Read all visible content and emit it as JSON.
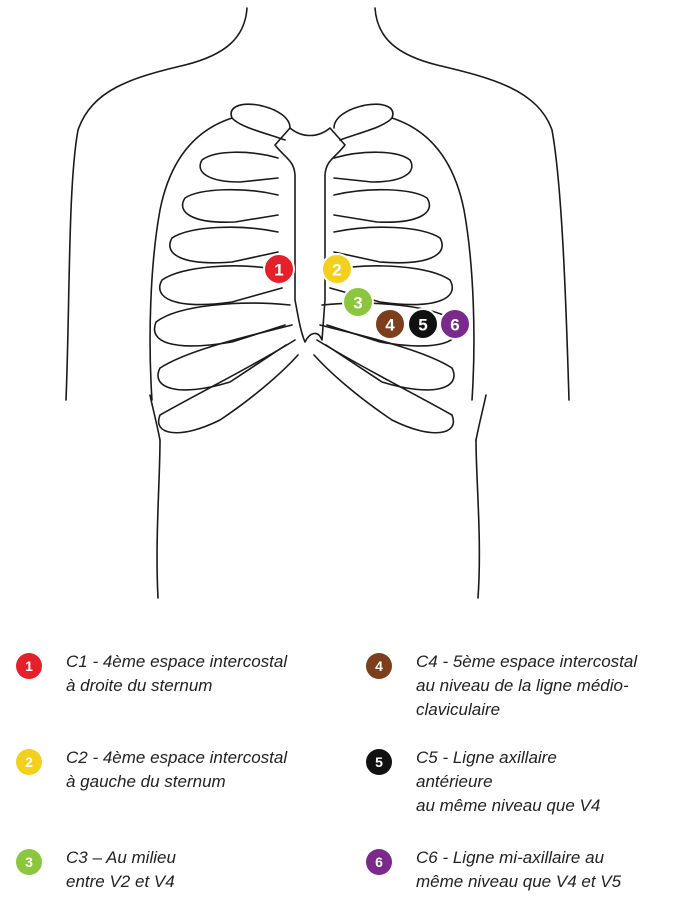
{
  "markers": [
    {
      "num": "1",
      "color": "#e4202a"
    },
    {
      "num": "2",
      "color": "#f2d01b"
    },
    {
      "num": "3",
      "color": "#8cc63f"
    },
    {
      "num": "4",
      "color": "#7b3f1e"
    },
    {
      "num": "5",
      "color": "#111111"
    },
    {
      "num": "6",
      "color": "#7a2a8a"
    }
  ],
  "legend": [
    {
      "num": "1",
      "color": "#e4202a",
      "text": "C1 - 4ème espace intercostal\nà droite du sternum"
    },
    {
      "num": "2",
      "color": "#f2d01b",
      "text": "C2 - 4ème espace intercostal\nà gauche du sternum"
    },
    {
      "num": "3",
      "color": "#8cc63f",
      "text": "C3 – Au milieu\nentre V2 et V4"
    },
    {
      "num": "4",
      "color": "#7b3f1e",
      "text": "C4 - 5ème espace intercostal\nau niveau de la ligne médio-\nclaviculaire"
    },
    {
      "num": "5",
      "color": "#111111",
      "text": "C5 - Ligne axillaire\nantérieure\nau même niveau que V4"
    },
    {
      "num": "6",
      "color": "#7a2a8a",
      "text": "C6 - Ligne mi-axillaire au\nmême niveau que V4 et V5"
    }
  ]
}
